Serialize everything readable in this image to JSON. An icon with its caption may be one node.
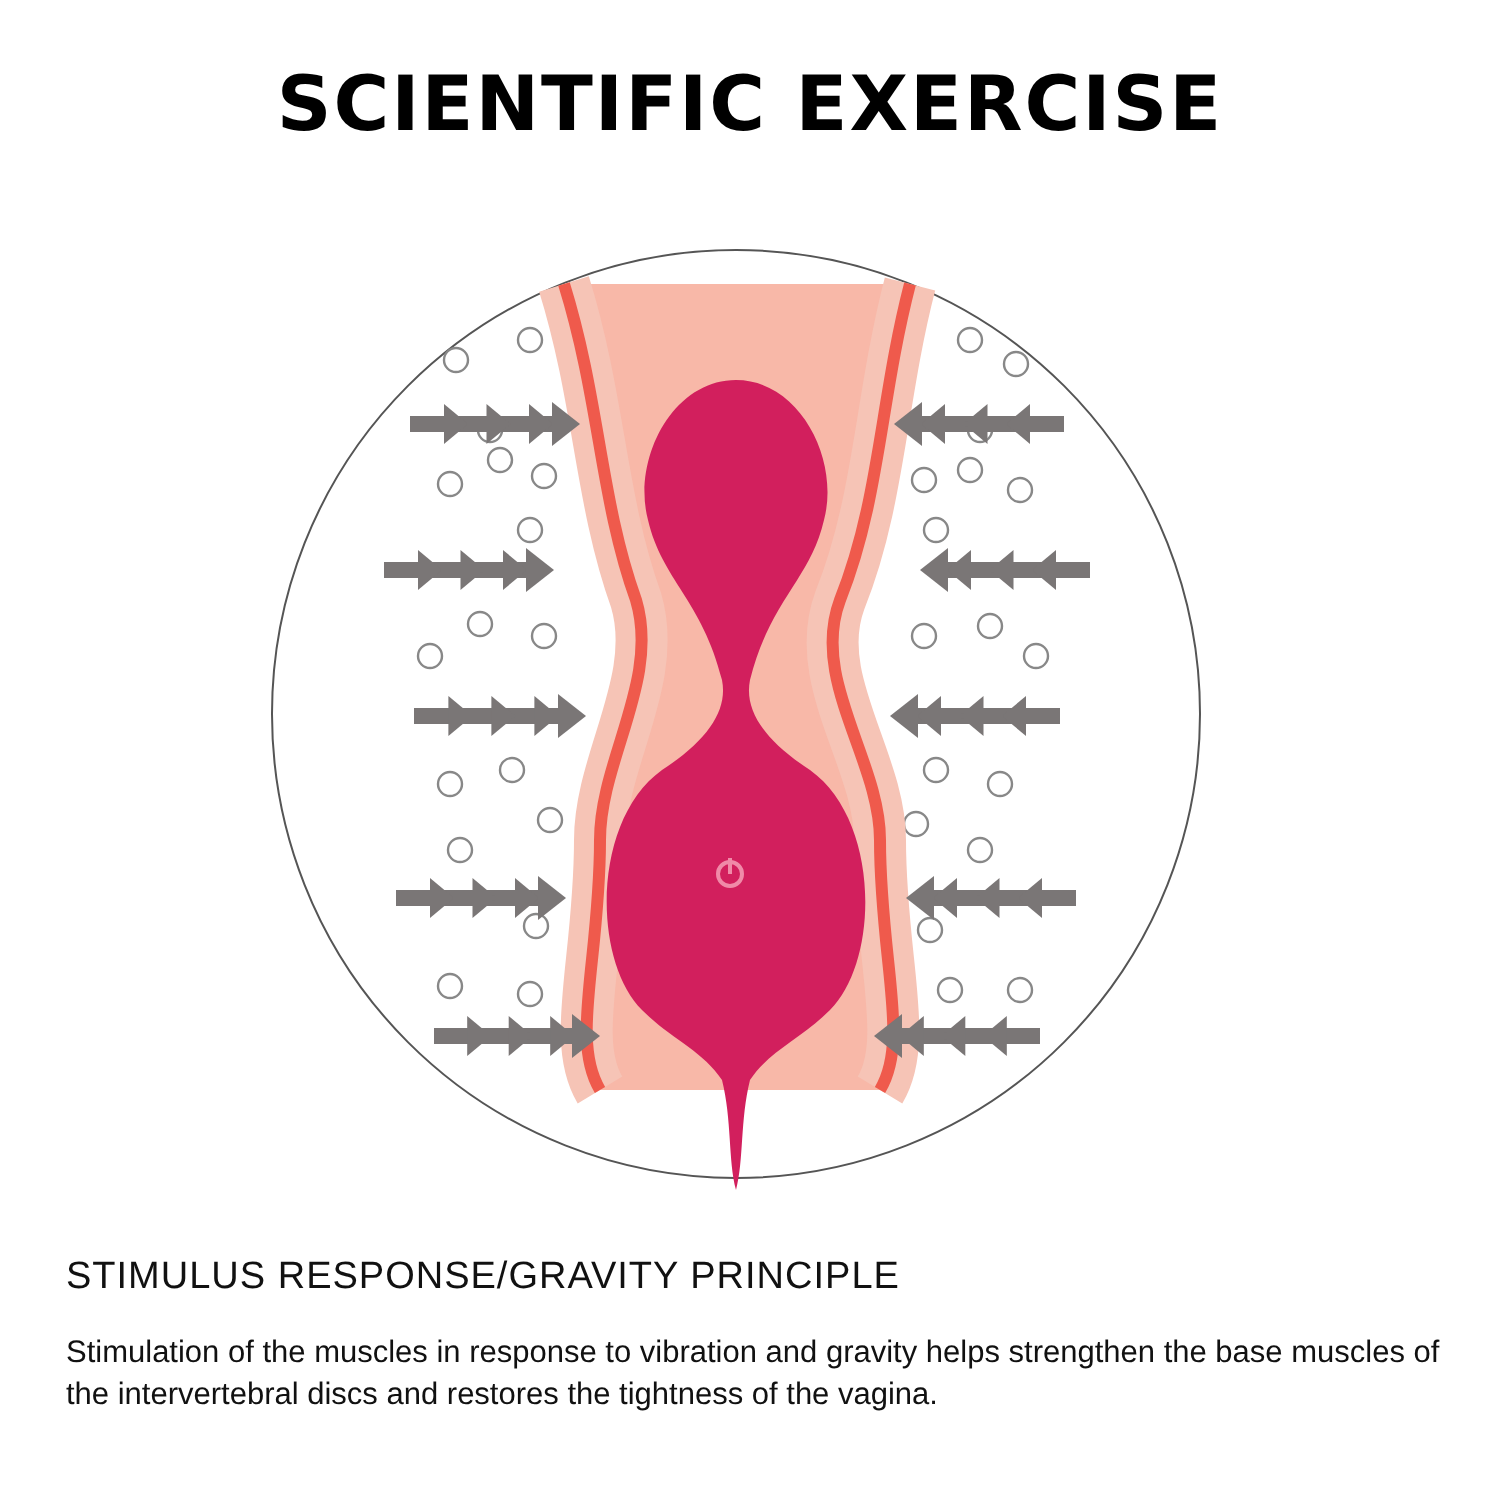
{
  "diagram": {
    "title": "SCIENTIFIC EXERCISE",
    "labels": [
      "STIMULUS RESPONSE/GRAVITY PRINCIPLE",
      "Stimulation of the muscles in response to vibration and gravity helps strengthen the base muscles of the intervertebral discs and restores the tightness of the vagina."
    ]
  }
}
